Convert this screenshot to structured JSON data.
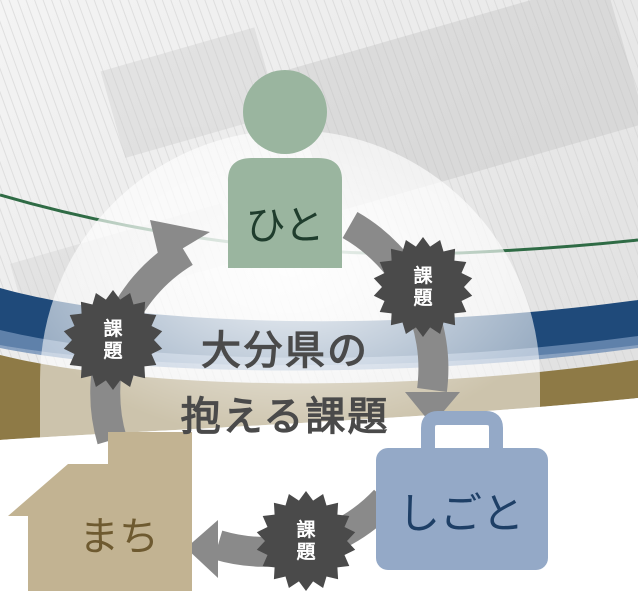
{
  "diagram": {
    "nodes": {
      "person": {
        "label": "ひと"
      },
      "work": {
        "label": "しごと"
      },
      "town": {
        "label": "まち"
      }
    },
    "center": {
      "line1": "大分県の",
      "line2": "抱える課題"
    },
    "badges": [
      {
        "id": "person-to-work",
        "label": "課\n題"
      },
      {
        "id": "work-to-town",
        "label": "課\n題"
      },
      {
        "id": "town-to-person",
        "label": "課\n題"
      }
    ],
    "colors": {
      "person": "#9ab59f",
      "work": "#94a9c7",
      "town": "#c2b392",
      "arrow": "#8a8a8a",
      "badge": "#4a4a4a",
      "band_blue": "#1f4a7a",
      "band_gold": "#8e7a46",
      "line_green": "#2f6b45"
    }
  }
}
